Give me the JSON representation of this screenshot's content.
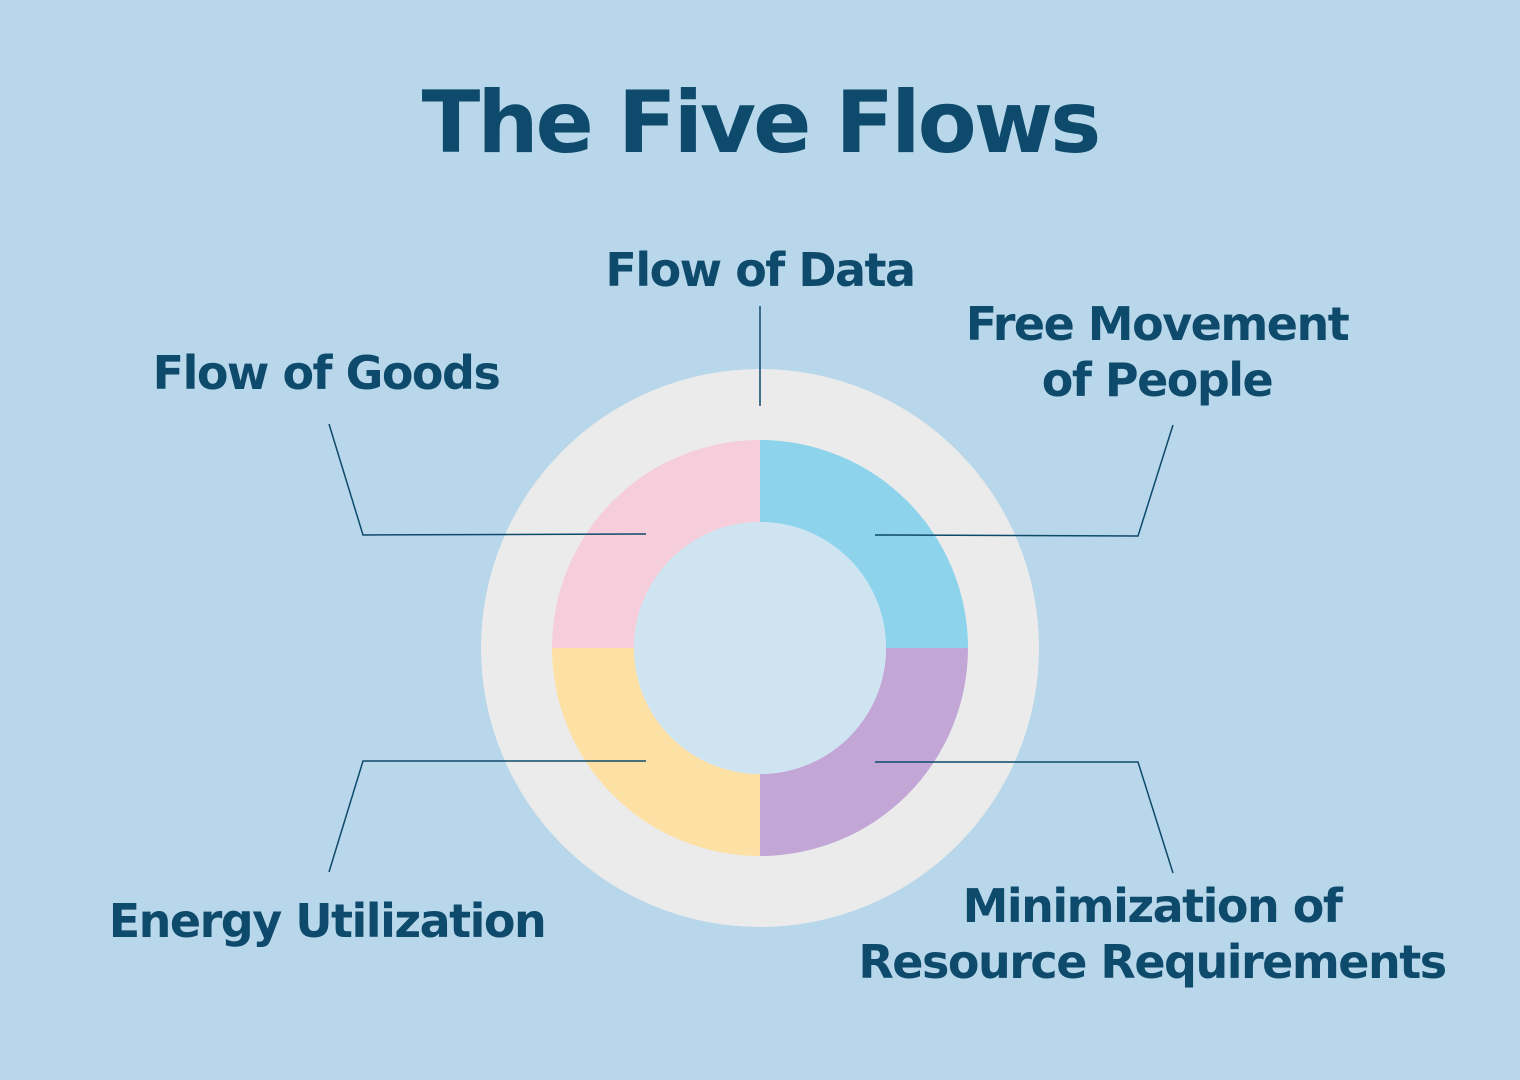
{
  "title": "The Five Flows",
  "colors": {
    "background": "#b8d7ea",
    "text": "#0d4a6b",
    "outer_ring": "#ebebeb",
    "inner_circle": "#cfe4f1",
    "connector": "#0d4a6b"
  },
  "flows": [
    {
      "key": "data",
      "lines": [
        "Flow of Data"
      ]
    },
    {
      "key": "people",
      "lines": [
        "Free Movement",
        "of People"
      ],
      "color": "#8dd3ec"
    },
    {
      "key": "resources",
      "lines": [
        "Minimization of",
        "Resource Requirements"
      ],
      "color": "#c1a6d6"
    },
    {
      "key": "energy",
      "lines": [
        "Energy Utilization"
      ],
      "color": "#fde0a3"
    },
    {
      "key": "goods",
      "lines": [
        "Flow of Goods"
      ],
      "color": "#f5cddb"
    }
  ]
}
